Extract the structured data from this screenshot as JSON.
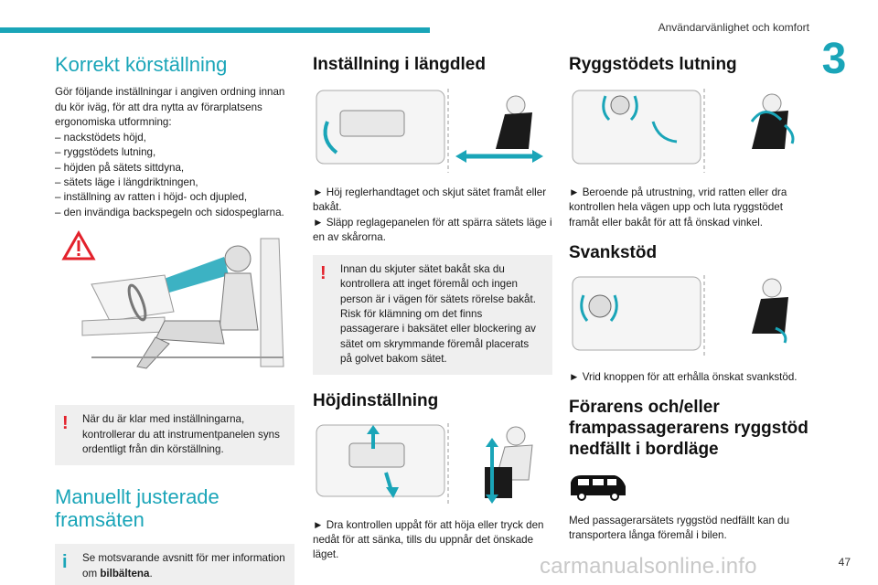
{
  "header": {
    "section_title": "Användarvänlighet och komfort",
    "chapter_number": "3",
    "page_number": "47"
  },
  "watermark": "carmanualsonline.info",
  "colors": {
    "accent": "#1aa5b8",
    "warning": "#e3212b",
    "box_bg": "#efefef"
  },
  "col1": {
    "title": "Korrekt körställning",
    "intro": "Gör följande inställningar i angiven ordning innan du kör iväg, för att dra nytta av förarplatsens ergonomiska utformning:",
    "list": [
      "–  nackstödets höjd,",
      "–  ryggstödets lutning,",
      "–  höjden på sätets sittdyna,",
      "–  sätets läge i längdriktningen,",
      "–  inställning av ratten i höjd- och djupled,",
      "–  den invändiga backspegeln och sidospeglarna."
    ],
    "warning": "När du är klar med inställningarna, kontrollerar du att instrumentpanelen syns ordentligt från din körställning.",
    "section2_title": "Manuellt justerade framsäten",
    "info_pre": "Se motsvarande avsnitt för mer information om ",
    "info_bold": "bilbältena",
    "info_post": "."
  },
  "col2": {
    "title1": "Inställning i längdled",
    "step1": "►  Höj reglerhandtaget och skjut sätet framåt eller bakåt.",
    "step2": "►  Släpp reglagepanelen för att spärra sätets läge i en av skårorna.",
    "warning": "Innan du skjuter sätet bakåt ska du kontrollera att inget föremål och ingen person är i vägen för sätets rörelse bakåt. Risk för klämning om det finns passagerare i baksätet eller blockering av sätet om skrymmande föremål placerats på golvet bakom sätet.",
    "title2": "Höjdinställning",
    "step3": "►  Dra kontrollen uppåt för att höja eller tryck den nedåt för att sänka, tills du uppnår det önskade läget."
  },
  "col3": {
    "title1": "Ryggstödets lutning",
    "step1": "►  Beroende på utrustning, vrid ratten eller dra kontrollen hela vägen upp och luta ryggstödet framåt eller bakåt för att få önskad vinkel.",
    "title2": "Svankstöd",
    "step2": "►  Vrid knoppen för att erhålla önskat svankstöd.",
    "title3": "Förarens och/eller frampassagerarens ryggstöd nedfällt i bordläge",
    "body3": "Med passagerarsätets ryggstöd nedfällt kan du transportera långa föremål i bilen."
  }
}
